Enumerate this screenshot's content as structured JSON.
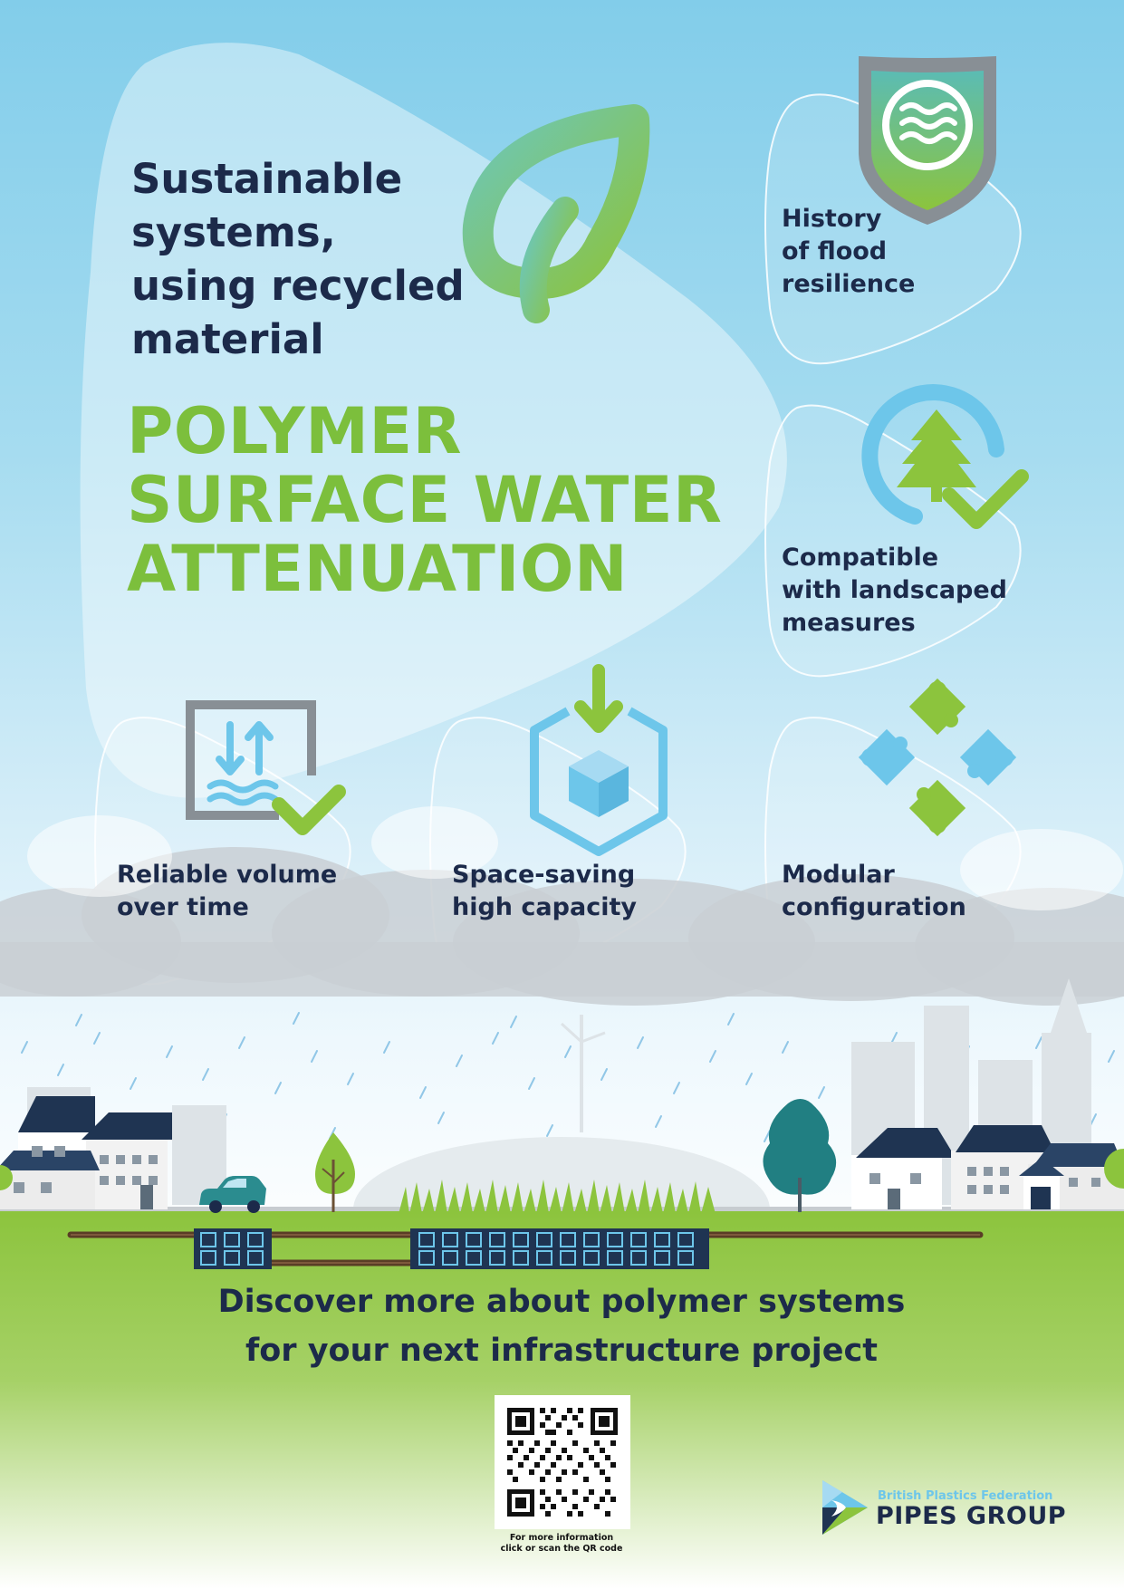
{
  "headline": [
    "Sustainable",
    "systems,",
    "using recycled",
    "material"
  ],
  "title": [
    "POLYMER",
    "SURFACE WATER",
    "ATTENUATION"
  ],
  "features": {
    "flood": [
      "History",
      "of flood",
      "resilience"
    ],
    "landscape": [
      "Compatible",
      "with landscaped",
      "measures"
    ],
    "volume": [
      "Reliable volume",
      "over time"
    ],
    "capacity": [
      "Space-saving",
      "high capacity"
    ],
    "modular": [
      "Modular",
      "configuration"
    ]
  },
  "icons": {
    "leaf": "leaf-icon",
    "flood": "shield-water-icon",
    "landscape": "tree-check-icon",
    "volume": "water-level-check-icon",
    "capacity": "box-down-arrow-icon",
    "modular": "puzzle-pieces-icon"
  },
  "cta": [
    "Discover more about polymer systems",
    "for your next infrastructure project"
  ],
  "qr": {
    "caption": [
      "For more information",
      "click or scan the QR code"
    ]
  },
  "logo": {
    "small": "British Plastics Federation",
    "big": "PIPES GROUP"
  },
  "colors": {
    "navy": "#1c2a4a",
    "green": "#7cbf3c",
    "light_blue": "#6dc6ea",
    "sky": "#82cdea"
  }
}
